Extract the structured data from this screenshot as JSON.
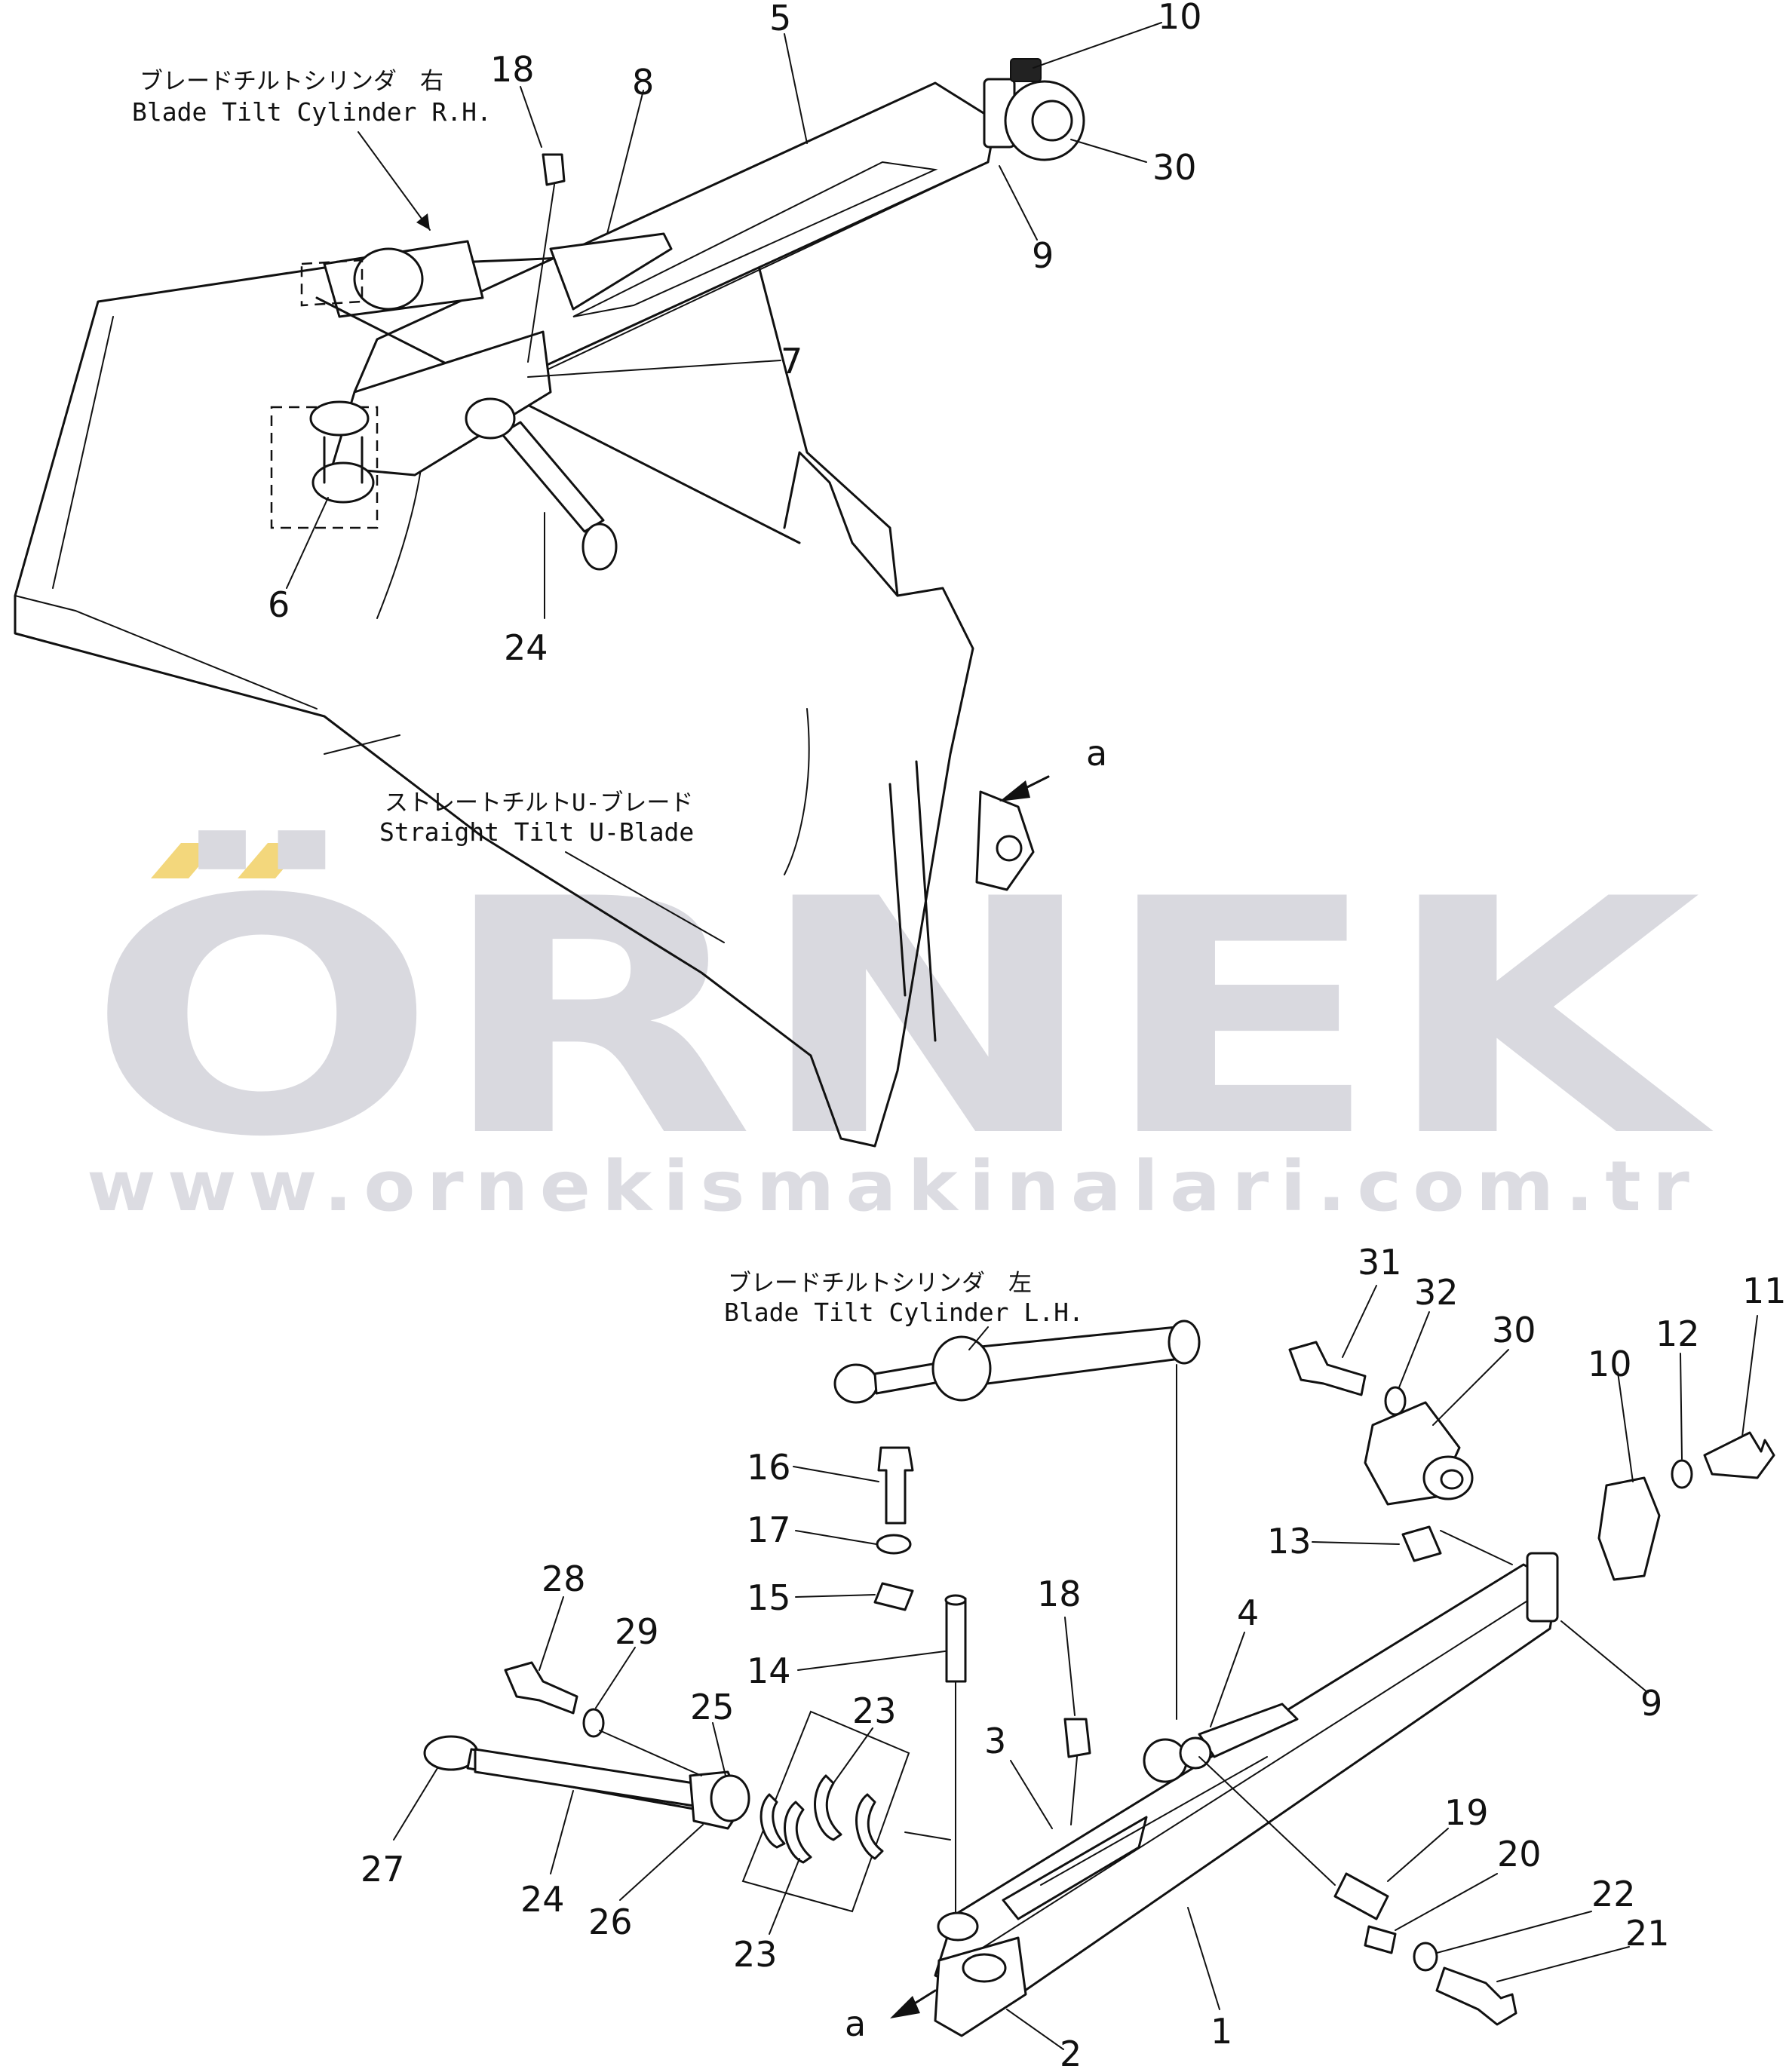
{
  "watermark": {
    "brand": "ÖRNEK",
    "url": "www.ornekismakinalari.com.tr",
    "accent_color": "#f3d77c",
    "text_color": "#d9d9df"
  },
  "labels": {
    "rh_cylinder_jp": "ブレードチルトシリンダ　右",
    "rh_cylinder_en": "Blade  Tilt  Cylinder  R.H.",
    "blade_jp": "ストレートチルトU-ブレード",
    "blade_en": "Straight  Tilt  U-Blade",
    "lh_cylinder_jp": "ブレードチルトシリンダ　左",
    "lh_cylinder_en": "Blade  Tilt  Cylinder  L.H.",
    "view_marker_top": "a",
    "view_marker_bottom": "a"
  },
  "callouts": {
    "c5": "5",
    "c10": "10",
    "c18a": "18",
    "c8": "8",
    "c30a": "30",
    "c9a": "9",
    "c7": "7",
    "c6": "6",
    "c24a": "24",
    "c31": "31",
    "c32": "32",
    "c30b": "30",
    "c10b": "10",
    "c12": "12",
    "c11": "11",
    "c16": "16",
    "c17": "17",
    "c15": "15",
    "c14": "14",
    "c18b": "18",
    "c13": "13",
    "c4": "4",
    "c9b": "9",
    "c28": "28",
    "c29": "29",
    "c25": "25",
    "c23a": "23",
    "c3": "3",
    "c19": "19",
    "c20": "20",
    "c22": "22",
    "c21": "21",
    "c27": "27",
    "c24b": "24",
    "c26": "26",
    "c23b": "23",
    "c1": "1",
    "c2": "2"
  }
}
